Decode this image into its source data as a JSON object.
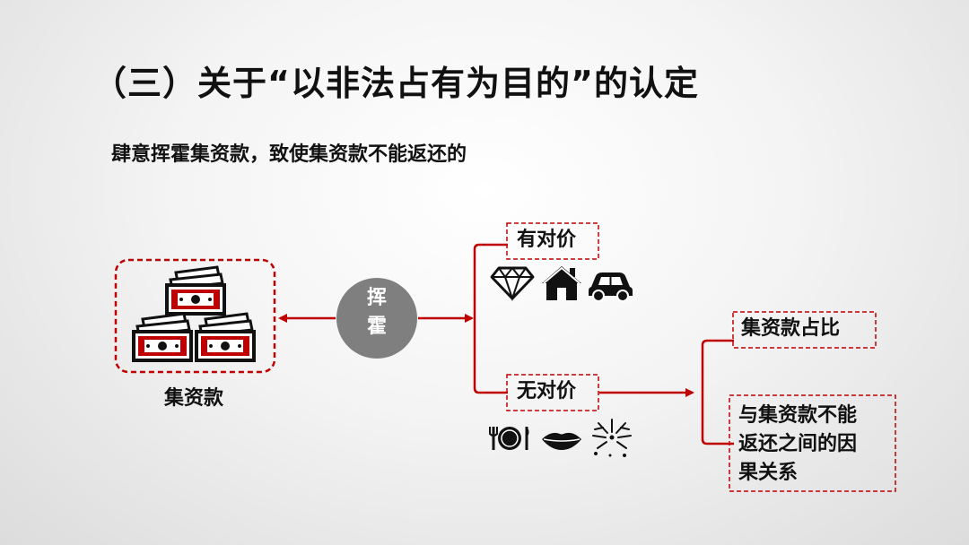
{
  "title": "（三）关于“以非法占有为目的”的认定",
  "subtitle": "肆意挥霍集资款，致使集资款不能返还的",
  "nodes": {
    "funds_label": "集资款",
    "squander_line1": "挥",
    "squander_line2": "霍",
    "with_consideration": "有对价",
    "without_consideration": "无对价",
    "fund_ratio": "集资款占比",
    "causality_line1": "与集资款不能",
    "causality_line2": "返还之间的因",
    "causality_line3": "果关系"
  },
  "icons": {
    "funds": "money-stack-icon",
    "with_consideration": [
      "diamond-icon",
      "house-icon",
      "car-icon"
    ],
    "without_consideration": [
      "dining-icon",
      "lips-icon",
      "fireworks-icon"
    ]
  },
  "colors": {
    "accent": "#c00000",
    "circle": "#7f7f7f",
    "text": "#111111"
  }
}
